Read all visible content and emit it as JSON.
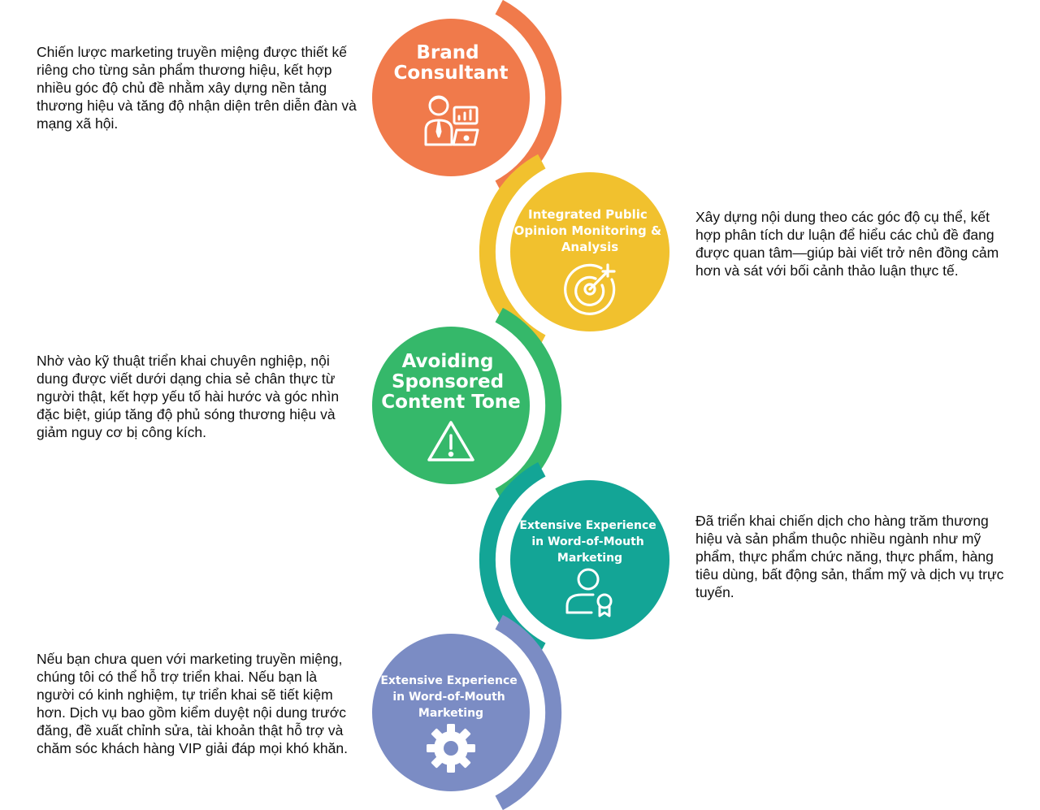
{
  "steps": [
    {
      "title_lines": [
        "Brand",
        "Consultant"
      ],
      "description": "Chiến lược marketing truyền miệng được thiết kế riêng cho từng sản phẩm thương hiệu, kết hợp nhiều góc độ chủ đề nhằm xây dựng nền tảng thương hiệu và tăng độ nhận diện trên diễn đàn và mạng xã hội.",
      "color": "#F07A4B",
      "icon": "consultant-presentation-icon"
    },
    {
      "title_lines": [
        "Integrated Public",
        "Opinion Monitoring &",
        "Analysis"
      ],
      "description": "Xây dựng nội dung theo các góc độ cụ thể, kết hợp phân tích dư luận để hiểu các chủ đề đang được quan tâm—giúp bài viết trở nên đồng cảm hơn và sát với bối cảnh thảo luận thực tế.",
      "color": "#F1C12E",
      "icon": "target-icon"
    },
    {
      "title_lines": [
        "Avoiding",
        "Sponsored",
        "Content Tone"
      ],
      "description": "Nhờ vào kỹ thuật triển khai chuyên nghiệp, nội dung được viết dưới dạng chia sẻ chân thực từ người thật, kết hợp yếu tố hài hước và góc nhìn đặc biệt, giúp tăng độ phủ sóng thương hiệu và giảm nguy cơ bị công kích.",
      "color": "#35B86A",
      "icon": "warning-icon"
    },
    {
      "title_lines": [
        "Extensive Experience",
        "in Word-of-Mouth",
        "Marketing"
      ],
      "description": "Đã triển khai chiến dịch cho hàng trăm thương hiệu và sản phẩm thuộc nhiều ngành như mỹ phẩm, thực phẩm chức năng, thực phẩm, hàng tiêu dùng, bất động sản, thẩm mỹ và dịch vụ trực tuyến.",
      "color": "#13A596",
      "icon": "user-badge-icon"
    },
    {
      "title_lines": [
        "Extensive Experience",
        "in Word-of-Mouth",
        "Marketing"
      ],
      "description": "Nếu bạn chưa quen với marketing truyền miệng, chúng tôi có thể hỗ trợ triển khai. Nếu bạn là người có kinh nghiệm, tự triển khai sẽ tiết kiệm hơn. Dịch vụ bao gồm kiểm duyệt nội dung trước đăng, đề xuất chỉnh sửa, tài khoản thật hỗ trợ và chăm sóc khách hàng VIP giải đáp mọi khó khăn.",
      "color": "#7B8CC4",
      "icon": "gear-icon"
    }
  ]
}
